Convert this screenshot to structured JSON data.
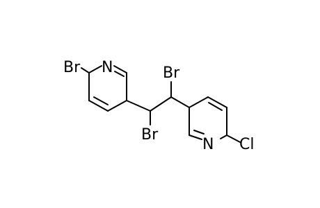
{
  "molecule": {
    "atoms": {
      "br_ring_label": "Br",
      "n_left_label": "N",
      "br_top_label": "Br",
      "br_bottom_label": "Br",
      "n_right_label": "N",
      "cl_label": "Cl"
    }
  },
  "colors": {
    "background": "#ffffff",
    "bond": "#000000",
    "text": "#000000"
  }
}
